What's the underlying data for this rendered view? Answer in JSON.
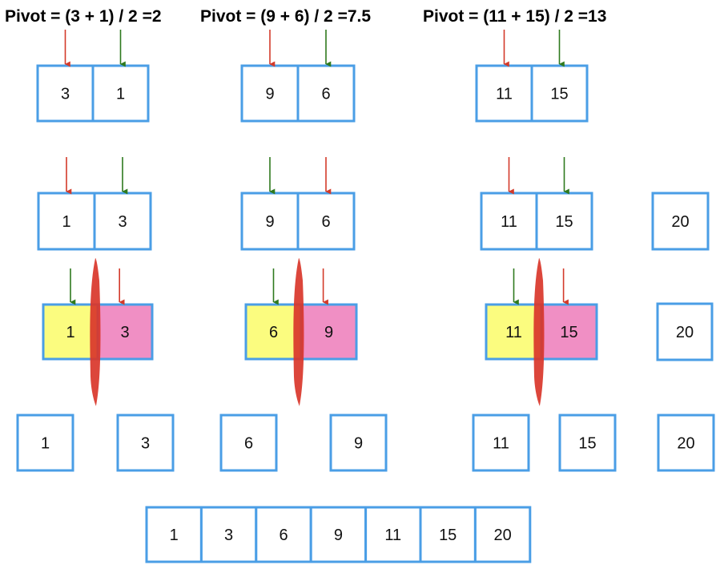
{
  "colors": {
    "box_border": "#4a9ee6",
    "box_fill": "#ffffff",
    "left_partition": "#fbfc7f",
    "right_partition": "#f08fc4",
    "arrow_red": "#d33a2a",
    "arrow_green": "#2f7a1e",
    "split_line": "#d9362a"
  },
  "titles": [
    "Pivot = (3 + 1) / 2 =2",
    "Pivot = (9 + 6) / 2 =7.5",
    "Pivot = (11 + 15) / 2 =13"
  ],
  "row1": {
    "groups": [
      {
        "cells": [
          "3",
          "1"
        ],
        "arrows": [
          "red",
          "green"
        ]
      },
      {
        "cells": [
          "9",
          "6"
        ],
        "arrows": [
          "red",
          "green"
        ]
      },
      {
        "cells": [
          "11",
          "15"
        ],
        "arrows": [
          "red",
          "green"
        ]
      }
    ]
  },
  "row2": {
    "groups": [
      {
        "cells": [
          "1",
          "3"
        ],
        "arrows": [
          "red",
          "green"
        ]
      },
      {
        "cells": [
          "9",
          "6"
        ],
        "arrows": [
          "green",
          "red"
        ]
      },
      {
        "cells": [
          "11",
          "15"
        ],
        "arrows": [
          "red",
          "green"
        ]
      }
    ],
    "single": "20"
  },
  "row3": {
    "groups": [
      {
        "cells": [
          "1",
          "3"
        ],
        "arrows": [
          "green",
          "red"
        ]
      },
      {
        "cells": [
          "6",
          "9"
        ],
        "arrows": [
          "green",
          "red"
        ]
      },
      {
        "cells": [
          "11",
          "15"
        ],
        "arrows": [
          "green",
          "red"
        ]
      }
    ],
    "single": "20"
  },
  "row4": {
    "cells": [
      "1",
      "3",
      "6",
      "9",
      "11",
      "15",
      "20"
    ]
  },
  "row5": {
    "cells": [
      "1",
      "3",
      "6",
      "9",
      "11",
      "15",
      "20"
    ]
  }
}
